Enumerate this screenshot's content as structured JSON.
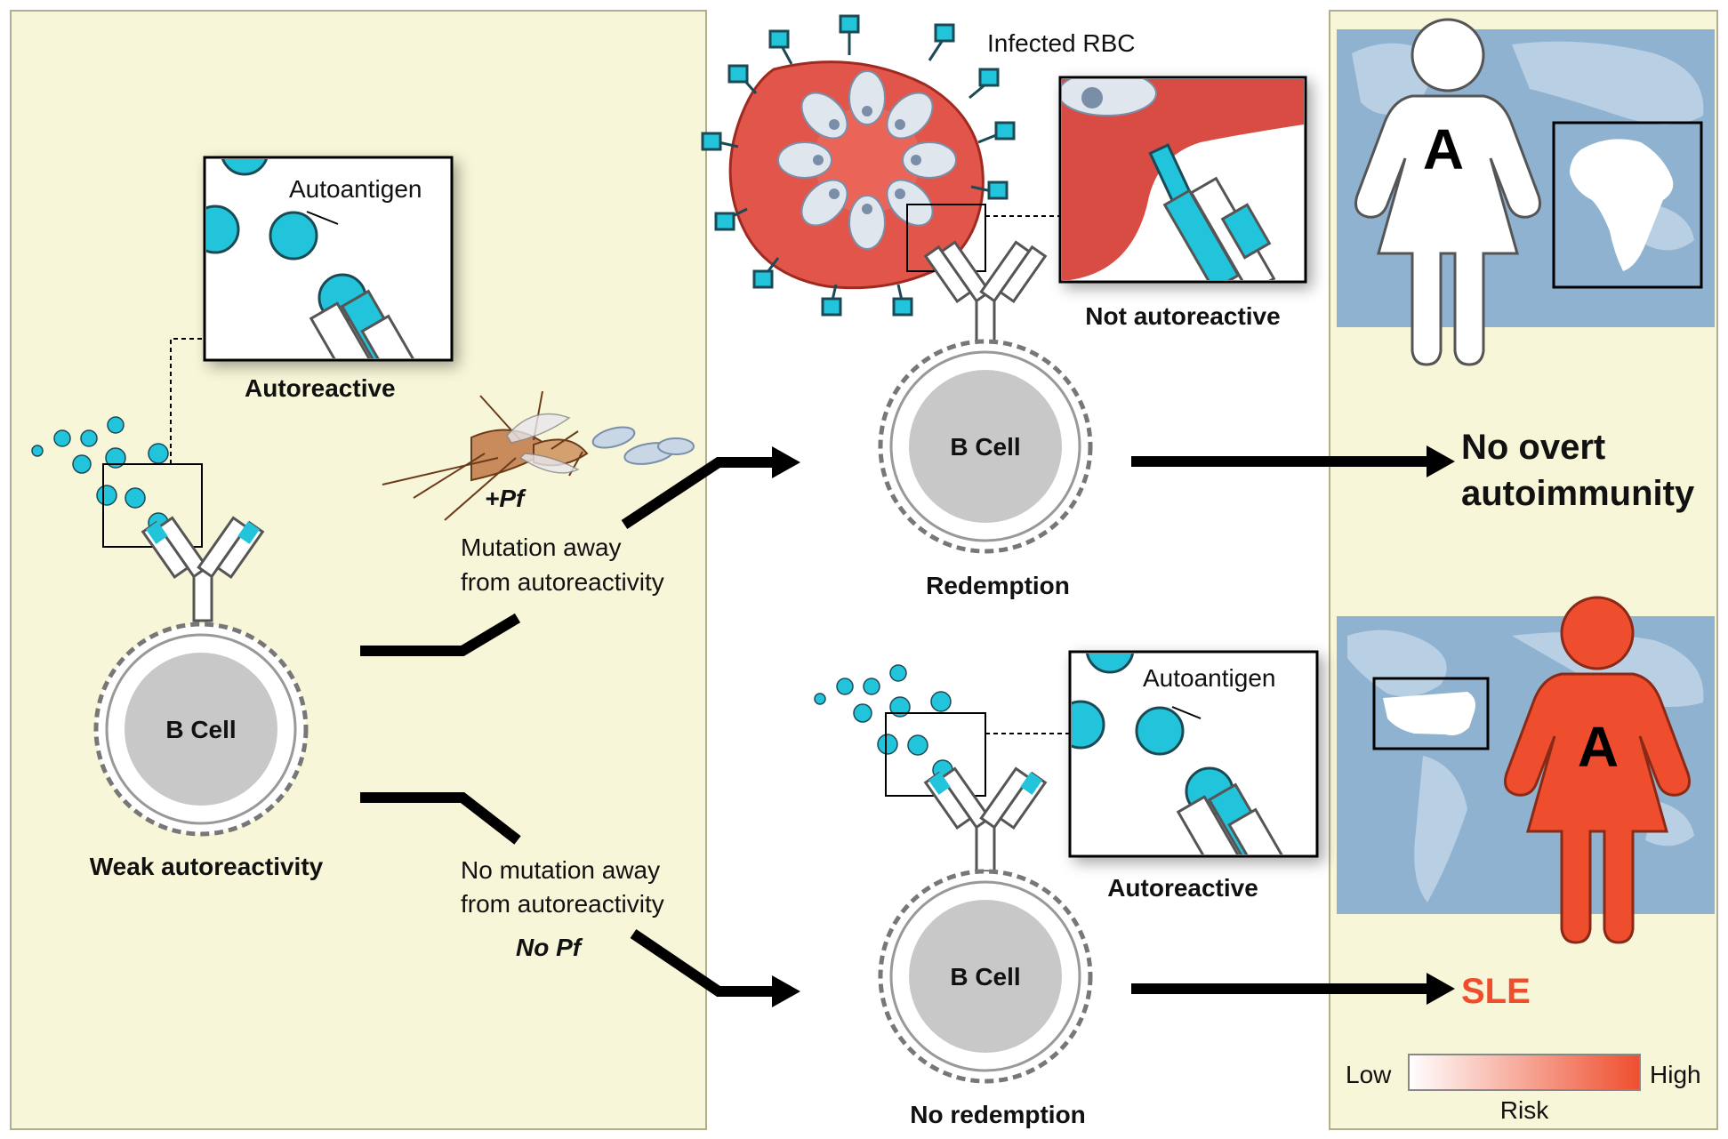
{
  "labels": {
    "autoantigen_top": "Autoantigen",
    "autoreactive_top": "Autoreactive",
    "weak_autoreactivity": "Weak autoreactivity",
    "b_cell": "B Cell",
    "plus_pf": "+Pf",
    "mutation_line1": "Mutation away",
    "mutation_line2": "from autoreactivity",
    "no_mutation_line1": "No mutation away",
    "no_mutation_line2": "from autoreactivity",
    "no_pf": "No Pf",
    "infected_rbc": "Infected RBC",
    "not_autoreactive": "Not autoreactive",
    "redemption": "Redemption",
    "autoantigen_bottom": "Autoantigen",
    "autoreactive_bottom": "Autoreactive",
    "no_redemption": "No redemption",
    "no_overt_line1": "No overt",
    "no_overt_line2": "autoimmunity",
    "sle": "SLE",
    "ancestry_letter": "A",
    "risk_low": "Low",
    "risk_high": "High",
    "risk_title": "Risk"
  },
  "colors": {
    "panel_bg": "#f8f6d8",
    "cyan": "#22c4dc",
    "rbc_red": "#e2554b",
    "sle_red": "#ef4e2e",
    "map_blue": "#8fb2d0",
    "cell_gray": "#c8c8c8",
    "black": "#000000"
  }
}
